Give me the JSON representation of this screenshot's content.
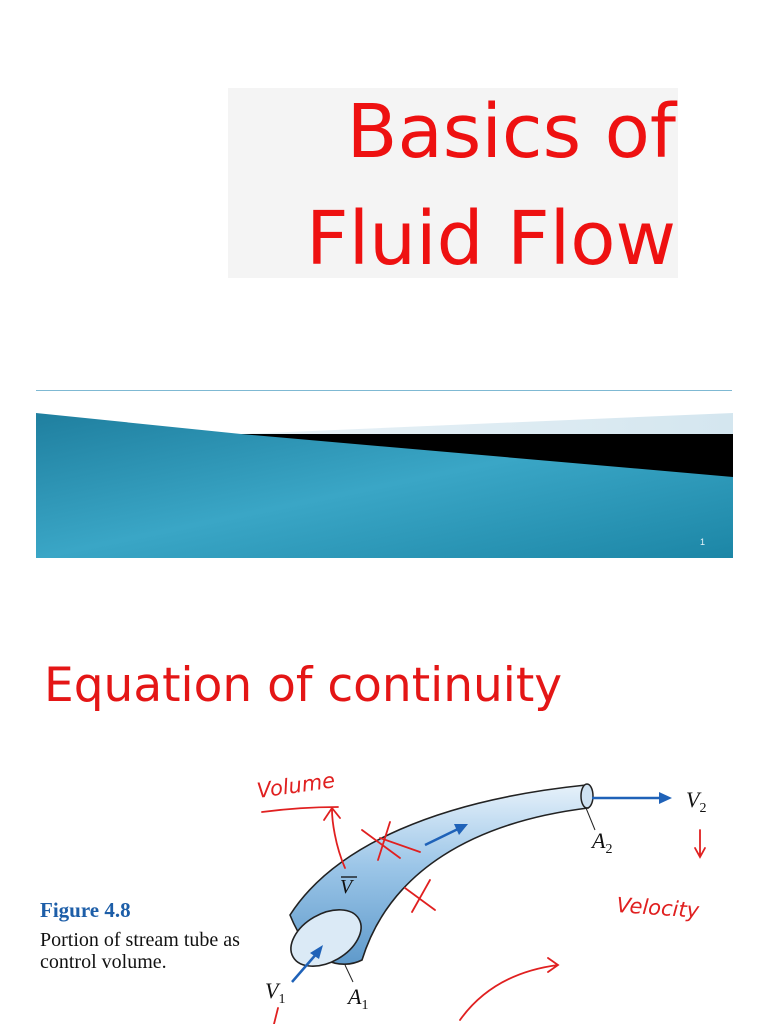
{
  "slide1": {
    "title_line1": "Basics of",
    "title_line2": "Fluid Flow",
    "slide_number": "1",
    "colors": {
      "title": "#ee1111",
      "banner_teal": "#2a8fb0",
      "banner_dark": "#000000",
      "rule": "#7fb9d3"
    }
  },
  "slide2": {
    "heading": "Equation of continuity",
    "figure": {
      "number": "Figure 4.8",
      "caption": "Portion of stream tube as control volume.",
      "labels": {
        "v1": "V",
        "v1_sub": "1",
        "v2": "V",
        "v2_sub": "2",
        "a1": "A",
        "a1_sub": "1",
        "a2": "A",
        "a2_sub": "2",
        "volume_symbol": "V"
      },
      "annotations": {
        "volume": "Volume",
        "velocity": "Velocity"
      },
      "colors": {
        "caption_title": "#1d5ea8",
        "tube": "#7fb2dc",
        "arrow": "#1f62b8",
        "ink": "#e02020"
      }
    }
  }
}
